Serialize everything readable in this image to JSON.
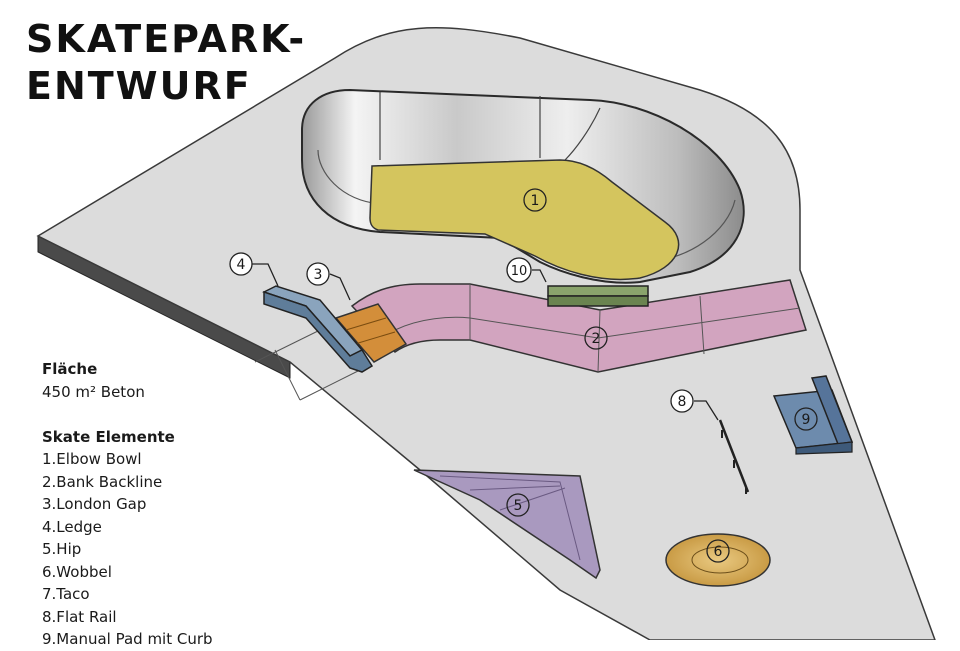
{
  "title": {
    "line1": "SKATEPARK-",
    "line2": "ENTWURF"
  },
  "area": {
    "heading": "Fläche",
    "value": "450 m² Beton"
  },
  "elements": {
    "heading": "Skate Elemente",
    "items": [
      "1.Elbow Bowl",
      "2.Bank Backline",
      "3.London Gap",
      "4.Ledge",
      "5.Hip",
      "6.Wobbel",
      "7.Taco",
      "8.Flat Rail",
      "9.Manual Pad mit Curb"
    ]
  },
  "markers": {
    "m1": "1",
    "m2": "2",
    "m3": "3",
    "m4": "4",
    "m5": "5",
    "m6": "6",
    "m8": "8",
    "m9": "9",
    "m10": "10"
  },
  "colors": {
    "ground": "#dcdcdc",
    "ground_edge": "#505050",
    "bowl_floor": "#d4c55e",
    "bank_backline": "#d2a4bf",
    "london_gap": "#d38e3a",
    "ledge": "#7895af",
    "hip": "#a999bf",
    "wobbel": "#d2aa5a",
    "manual_pad": "#6d8bad",
    "curb_10": "#8aa46c"
  }
}
